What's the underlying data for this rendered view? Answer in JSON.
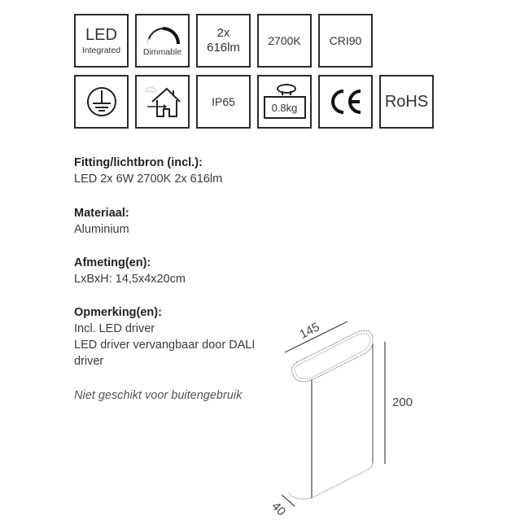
{
  "icons_row1": [
    {
      "name": "led-integrated",
      "big": "LED",
      "small": "Integrated"
    },
    {
      "name": "dimmable",
      "small": "Dimmable"
    },
    {
      "name": "lumen",
      "line1": "2x",
      "line2": "616lm"
    },
    {
      "name": "color-temperature",
      "label": "2700K"
    },
    {
      "name": "cri",
      "label": "CRI90"
    }
  ],
  "icons_row2": [
    {
      "name": "protection-class-earth"
    },
    {
      "name": "indoor-use"
    },
    {
      "name": "ip-rating",
      "label": "IP65"
    },
    {
      "name": "weight",
      "label": "0.8kg"
    },
    {
      "name": "ce-mark",
      "label": "CE"
    },
    {
      "name": "rohs",
      "label": "RoHS"
    }
  ],
  "specs": {
    "fitting": {
      "heading": "Fitting/lichtbron (incl.):",
      "value": "LED 2x 6W 2700K 2x 616lm"
    },
    "material": {
      "heading": "Materiaal:",
      "value": "Aluminium"
    },
    "dimensions": {
      "heading": "Afmeting(en):",
      "value": "LxBxH: 14,5x4x20cm"
    },
    "remarks": {
      "heading": "Opmerking(en):",
      "lines": [
        "Incl. LED driver",
        "LED driver vervangbaar door DALI",
        "driver"
      ]
    },
    "note": "Niet geschikt voor buitengebruik"
  },
  "drawing": {
    "width_label": "145",
    "height_label": "200",
    "depth_label": "40"
  }
}
